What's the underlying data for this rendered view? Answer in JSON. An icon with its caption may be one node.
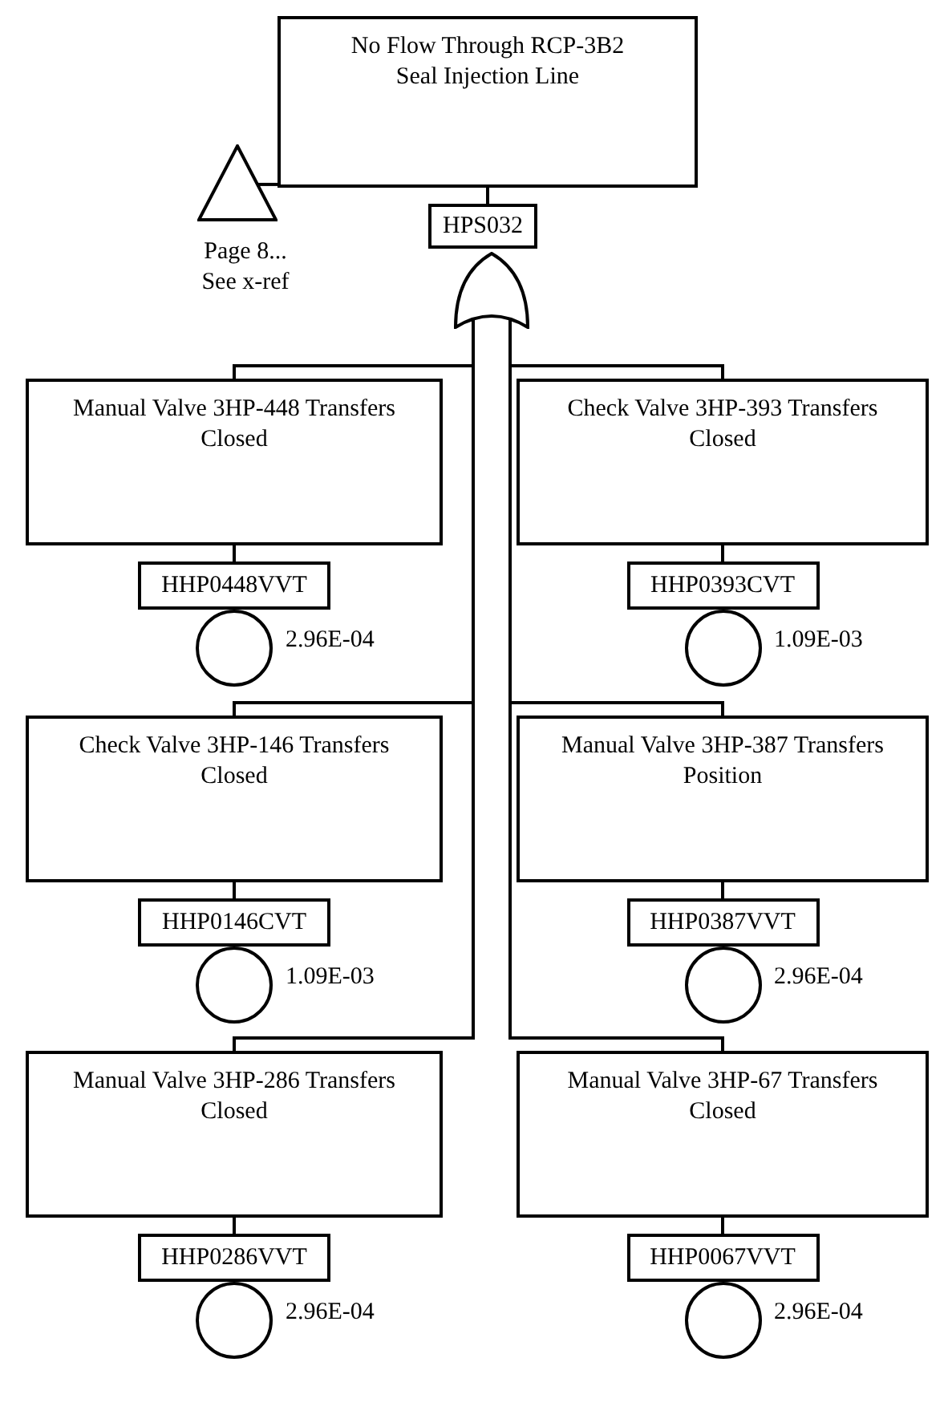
{
  "diagram": {
    "nodes": [
      {
        "text": [
          "No Flow Through RCP-3B2 Seal Injection Line"
        ]
      },
      {
        "text": [],
        "shape": "triangle",
        "beside": [
          "Page 8... See x-ref"
        ]
      },
      {
        "text": [
          "HPS032"
        ]
      },
      {
        "text": [],
        "shape": "gate"
      },
      {
        "text": [
          "Manual Valve 3HP-448 Transfers Closed"
        ]
      },
      {
        "text": [
          "HHP0448VVT"
        ]
      },
      {
        "text": [],
        "shape": "circle",
        "beside": [
          "2.96E-04"
        ]
      },
      {
        "text": [
          "Check Valve 3HP-393 Transfers Closed"
        ]
      },
      {
        "text": [
          "HHP0393CVT"
        ]
      },
      {
        "text": [],
        "shape": "circle",
        "beside": [
          "1.09E-03"
        ]
      },
      {
        "text": [
          "Check Valve 3HP-146 Transfers Closed"
        ]
      },
      {
        "text": [
          "HHP0146CVT"
        ]
      },
      {
        "text": [],
        "shape": "circle",
        "beside": [
          "1.09E-03"
        ]
      },
      {
        "text": [
          "Manual Valve 3HP-387 Transfers Position"
        ]
      },
      {
        "text": [
          "HHP0387VVT"
        ]
      },
      {
        "text": [],
        "shape": "circle",
        "beside": [
          "2.96E-04"
        ]
      },
      {
        "text": [
          "Manual Valve 3HP-286 Transfers Closed"
        ]
      },
      {
        "text": [
          "HHP0286VVT"
        ]
      },
      {
        "text": [],
        "shape": "circle",
        "beside": [
          "2.96E-04"
        ]
      },
      {
        "text": [
          "Manual Valve 3HP-67 Transfers Closed"
        ]
      },
      {
        "text": [
          "HHP0067VVT"
        ]
      },
      {
        "text": [],
        "shape": "circle",
        "beside": [
          "2.96E-04"
        ]
      }
    ],
    "edges": [
      {
        "from": 1,
        "to": 0,
        "arrow": "none"
      },
      {
        "from": 0,
        "to": 2,
        "arrow": "none"
      },
      {
        "from": 3,
        "to": 4,
        "arrow": "none"
      },
      {
        "from": 3,
        "to": 7,
        "arrow": "none"
      },
      {
        "from": 3,
        "to": 10,
        "arrow": "none"
      },
      {
        "from": 3,
        "to": 13,
        "arrow": "none"
      },
      {
        "from": 3,
        "to": 16,
        "arrow": "none"
      },
      {
        "from": 3,
        "to": 19,
        "arrow": "none"
      },
      {
        "from": 4,
        "to": 5,
        "arrow": "none"
      },
      {
        "from": 7,
        "to": 8,
        "arrow": "none"
      },
      {
        "from": 10,
        "to": 11,
        "arrow": "none"
      },
      {
        "from": 13,
        "to": 14,
        "arrow": "none"
      },
      {
        "from": 16,
        "to": 17,
        "arrow": "none"
      },
      {
        "from": 19,
        "to": 20,
        "arrow": "none"
      }
    ]
  }
}
